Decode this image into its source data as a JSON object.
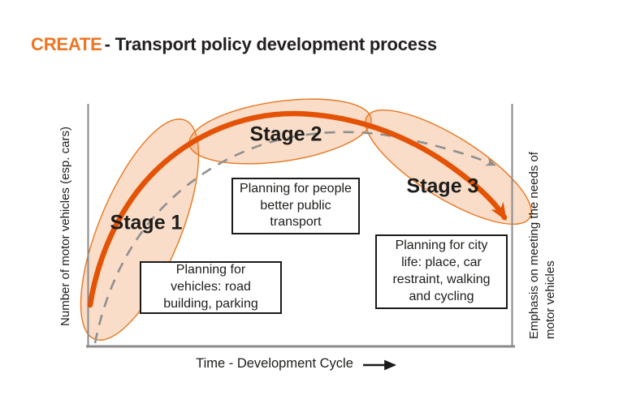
{
  "title": {
    "brand": "CREATE",
    "rest": "- Transport policy development process"
  },
  "colors": {
    "brand_orange": "#ee7623",
    "curve_orange": "#e35205",
    "ellipse_stroke": "#e87722",
    "ellipse_fill": "rgba(232,119,34,0.25)",
    "dashed_gray": "#8f8f8f",
    "axis_gray": "#8a8a8a",
    "text_dark": "#1d1d1b",
    "box_border": "#1a1a1a"
  },
  "axes": {
    "y_left_label": "Number of motor vehicles (esp. cars)",
    "y_right_label": "Emphasis on meeting the needs of\nmotor vehicles",
    "x_label": "Time - Development Cycle"
  },
  "stages": [
    {
      "label": "Stage 1"
    },
    {
      "label": "Stage 2"
    },
    {
      "label": "Stage 3"
    }
  ],
  "annotations": [
    {
      "text": "Planning for\nvehicles: road\nbuilding, parking"
    },
    {
      "text": "Planning for people\nbetter public\ntransport"
    },
    {
      "text": "Planning for city\nlife: place, car\nrestraint, walking\nand cycling"
    }
  ],
  "curves": [
    {
      "name": "motor-vehicle-growth-curve",
      "style": "solid orange, arrow end"
    },
    {
      "name": "underlying-trend-curve",
      "style": "gray dashed, arrow end"
    }
  ]
}
